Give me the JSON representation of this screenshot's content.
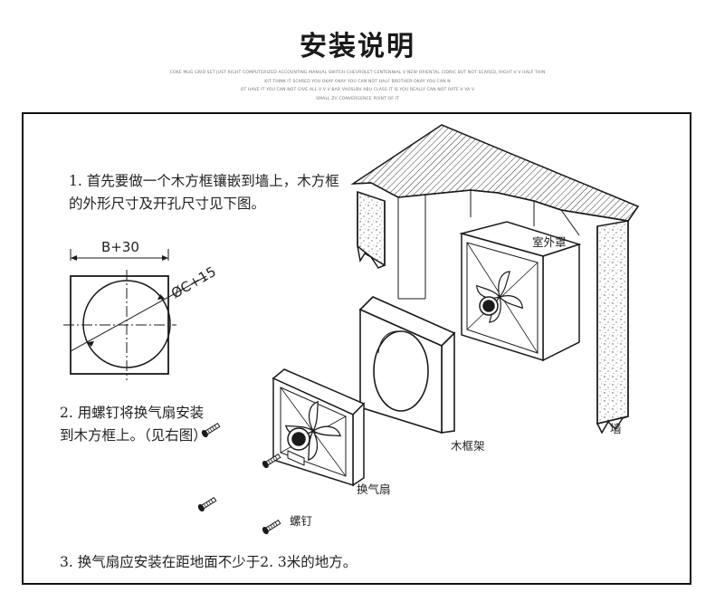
{
  "header": {
    "title": "安装说明",
    "subtext_lines": [
      "COKE MUG GRID SET JUST RIGHT COMPUTERIZED ACCOUNTING MANUAL SWITCH CHEVROLET CENTENNIAL V NEW ORIENTAL CIDRIC BUT NOT SCARED, RIGHT V V HALF THIN",
      "KIT THINK IT SCARED YOU OKAY OKAY YOU CAN NOT HALF BROTHER OKAY YOU CAN N",
      "OT HAVE IT YOU CAN NOT GIVE ALL V V V BAR VAOSLBV ABU CLASS IT IS YOU REALLY CAN NOT RATE V VA V",
      "SMALL ZV CONVERGENCE POINT OF IT"
    ]
  },
  "steps": {
    "step1": "1. 首先要做一个木方框镶嵌到墙上，木方框的外形尺寸及开孔尺寸见下图。",
    "step2": "2. 用螺钉将换气扇安装到木方框上。（见右图）",
    "step3": "3. 换气扇应安装在距地面不少于2. 3米的地方。"
  },
  "diagram": {
    "dim_width": "B+30",
    "dim_diameter": "ØC+15",
    "label_hood": "室外罩",
    "label_wall": "墙",
    "label_frame": "木框架",
    "label_fan": "换气扇",
    "label_screw": "螺钉"
  },
  "colors": {
    "line": "#1a1a1a",
    "frame_border": "#111111"
  }
}
